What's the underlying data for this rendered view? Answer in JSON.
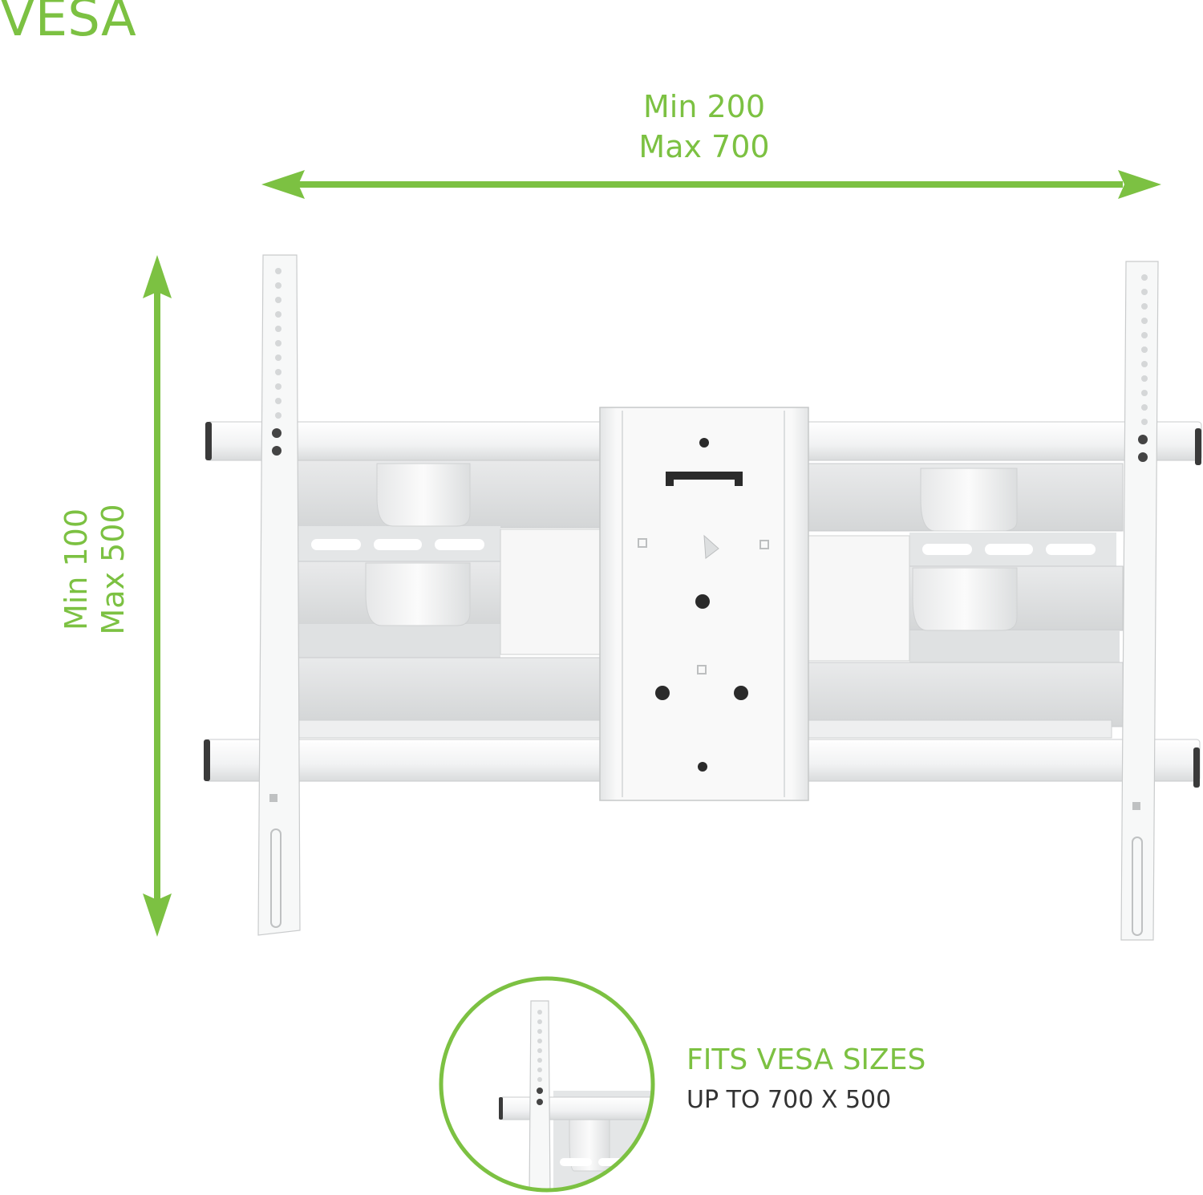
{
  "title": "VESA",
  "width_dimension": {
    "min_label": "Min 200",
    "max_label": "Max 700"
  },
  "height_dimension": {
    "min_label": "Min 100",
    "max_label": "Max 500"
  },
  "callout": {
    "title": "FITS VESA SIZES",
    "subtitle": "UP TO 700 X 500"
  },
  "colors": {
    "accent": "#7cc142",
    "bracket": "#f4f5f5",
    "bracket_shade": "#dfe1e2",
    "hole": "#2b2b2b",
    "text_dark": "#333333"
  },
  "icons": {
    "width_arrow": "double-headed-horizontal-arrow",
    "height_arrow": "double-headed-vertical-arrow",
    "product": "tv-wall-mount-bracket",
    "detail": "bracket-detail-magnifier-circle"
  }
}
